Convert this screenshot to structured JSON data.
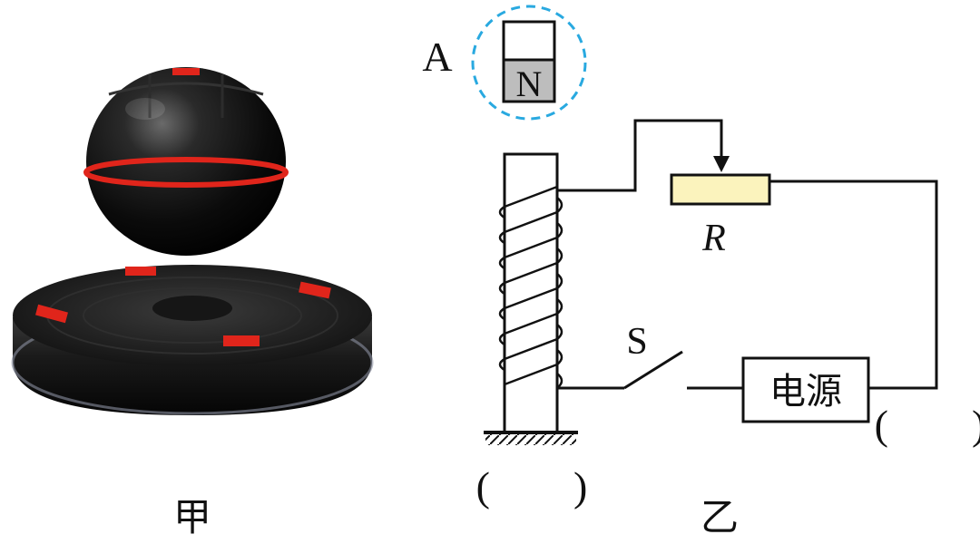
{
  "figure_left": {
    "caption": "甲"
  },
  "figure_right": {
    "caption": "乙",
    "magnet_label": "A",
    "magnet_pole": "N",
    "resistor_label": "R",
    "switch_label": "S",
    "power_label": "电源",
    "blank_core_bottom": "(　　)",
    "blank_power_side": "(　　)"
  },
  "colors": {
    "highlight_circle": "#29a9e0",
    "resistor_fill": "#fbf3bd",
    "magnet_lower_fill": "#bdbdbd",
    "accent_red": "#e0251b"
  }
}
